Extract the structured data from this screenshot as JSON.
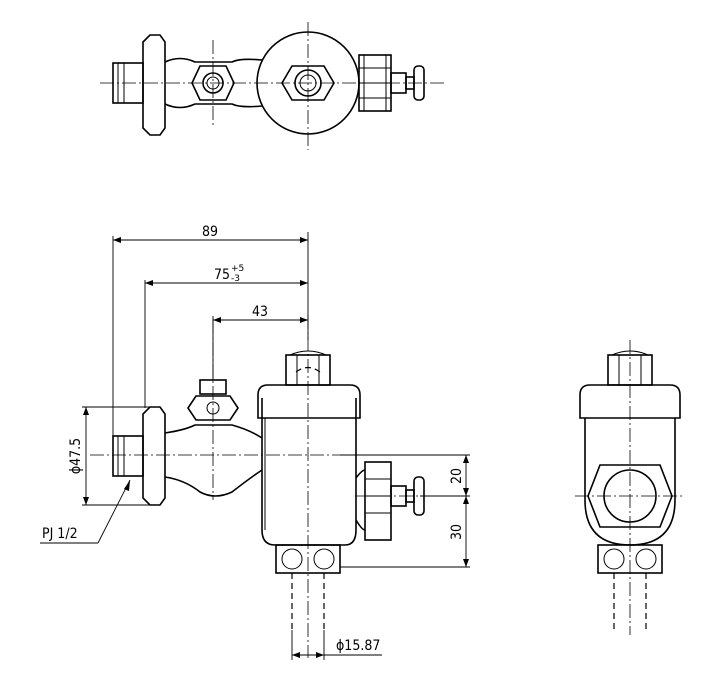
{
  "dimensions": {
    "d89": "89",
    "d75": "75",
    "d75_tol_upper": "+5",
    "d75_tol_lower": "-3",
    "d43": "43",
    "d_flange_dia": "ϕ47.5",
    "d20": "20",
    "d30": "30",
    "d_pipe_dia": "ϕ15.87"
  },
  "labels": {
    "thread": "PJ 1/2"
  }
}
